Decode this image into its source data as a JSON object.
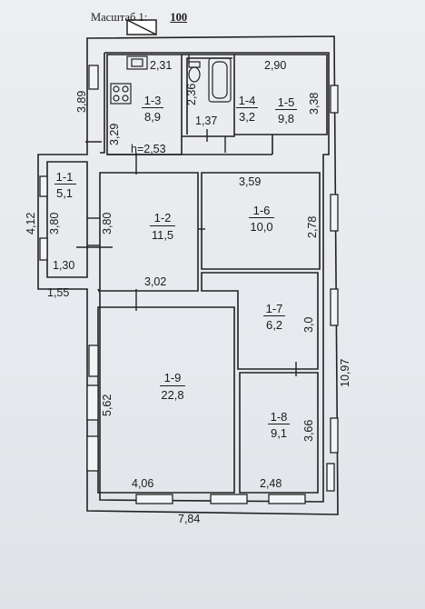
{
  "title": {
    "prefix": "Масштаб 1:",
    "value": "100"
  },
  "rooms": [
    {
      "id": "1-1",
      "area": "5,1"
    },
    {
      "id": "1-2",
      "area": "11,5"
    },
    {
      "id": "1-3",
      "area": "8,9"
    },
    {
      "id": "1-4",
      "area": "3,2"
    },
    {
      "id": "1-5",
      "area": "9,8"
    },
    {
      "id": "1-6",
      "area": "10,0"
    },
    {
      "id": "1-7",
      "area": "6,2"
    },
    {
      "id": "1-8",
      "area": "9,1"
    },
    {
      "id": "1-9",
      "area": "22,8"
    }
  ],
  "dims": {
    "d_231": "2,31",
    "d_290": "2,90",
    "d_389": "3,89",
    "d_236": "2,36",
    "d_137": "1,37",
    "d_338": "3,38",
    "d_329": "3,29",
    "d_h253": "h=2,53",
    "d_412": "4,12",
    "d_380a": "3,80",
    "d_380b": "3,80",
    "d_130": "1,30",
    "d_155": "1,55",
    "d_359": "3,59",
    "d_278": "2,78",
    "d_302": "3,02",
    "d_30": "3,0",
    "d_1097": "10,97",
    "d_562": "5,62",
    "d_366": "3,66",
    "d_406": "4,06",
    "d_248": "2,48",
    "d_784": "7,84"
  }
}
